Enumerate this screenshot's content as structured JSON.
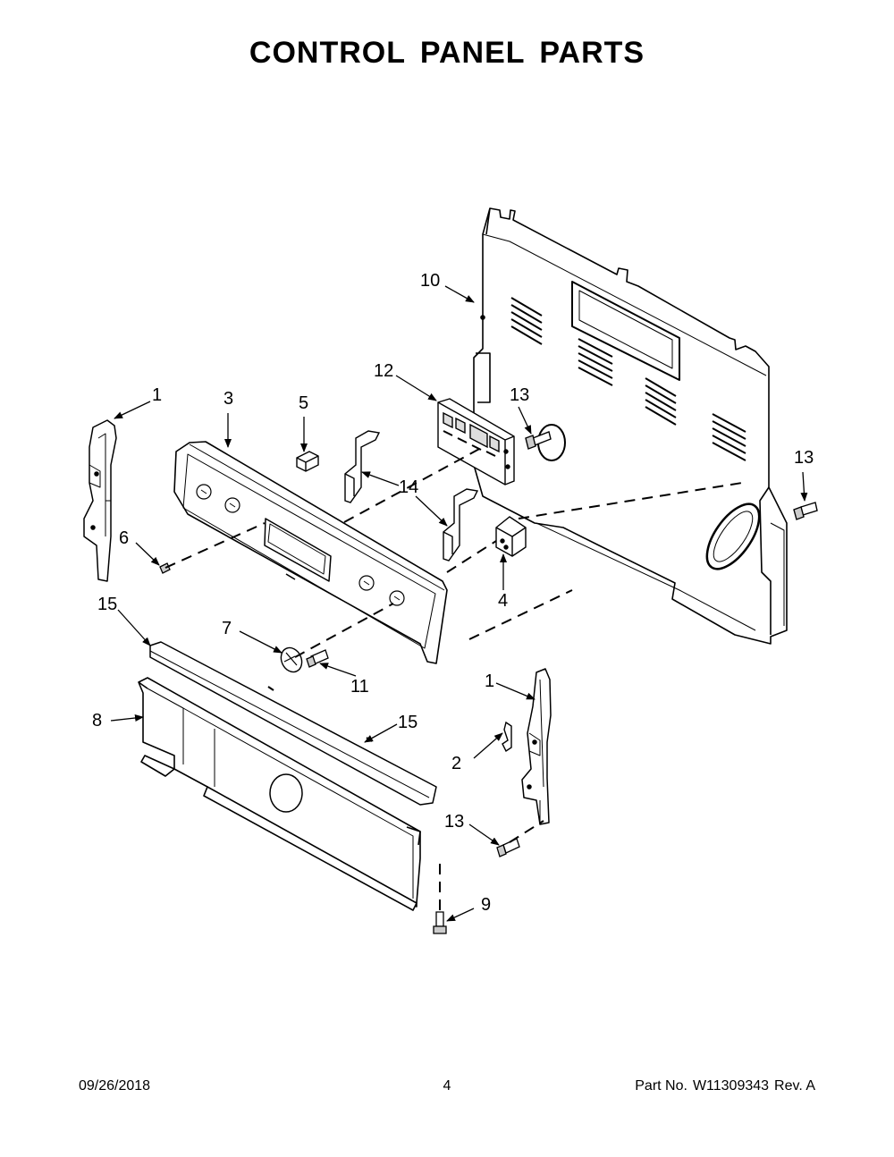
{
  "title": "CONTROL PANEL PARTS",
  "callouts": {
    "c1a": "1",
    "c3": "3",
    "c5": "5",
    "c12": "12",
    "c10": "10",
    "c13a": "13",
    "c13b": "13",
    "c14": "14",
    "c6": "6",
    "c4": "4",
    "c15a": "15",
    "c7": "7",
    "c11": "11",
    "c8": "8",
    "c15b": "15",
    "c1b": "1",
    "c2": "2",
    "c13c": "13",
    "c9": "9"
  },
  "footer": {
    "date": "09/26/2018",
    "page": "4",
    "part_label": "Part No.",
    "part_number": "W11309343",
    "revision": "Rev.  A"
  }
}
